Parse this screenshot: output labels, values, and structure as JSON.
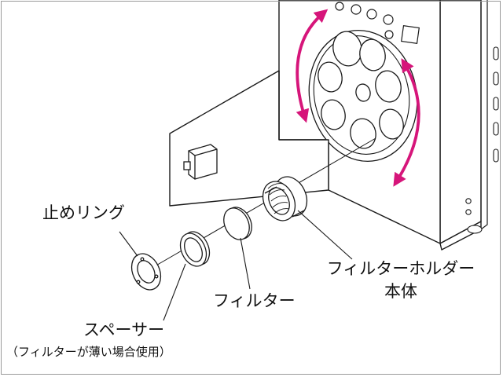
{
  "labels": {
    "stop_ring": "止めリング",
    "spacer": "スペーサー",
    "spacer_note": "（フィルターが薄い場合使用）",
    "filter": "フィルター",
    "holder_line1": "フィルターホルダー",
    "holder_line2": "本体"
  },
  "colors": {
    "line": "#1a1a1a",
    "rotation_arrow": "#d6157a",
    "background": "#ffffff"
  }
}
